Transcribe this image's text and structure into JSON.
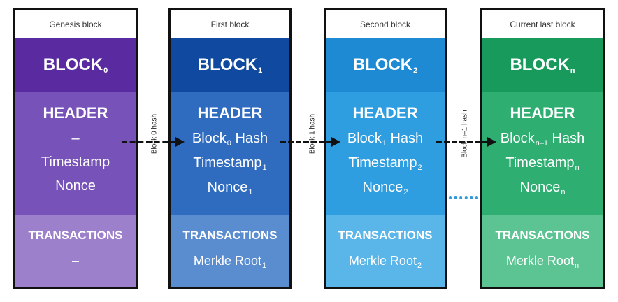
{
  "blocks": [
    {
      "title": "Genesis block",
      "id_base": "BLOCK",
      "id_sub": "0",
      "header_label": "HEADER",
      "prev_hash": "–",
      "timestamp": "Timestamp",
      "nonce": "Nonce",
      "tx_label": "TRANSACTIONS",
      "merkle": "–",
      "colors": {
        "id": "#5a2aa0",
        "header": "#7752b8",
        "tx": "#9d80cc"
      }
    },
    {
      "title": "First block",
      "id_base": "BLOCK",
      "id_sub": "1",
      "header_label": "HEADER",
      "prev_hash": "Block",
      "prev_hash_sub": "0",
      "prev_hash_tail": " Hash",
      "timestamp": "Timestamp",
      "timestamp_sub": "1",
      "nonce": "Nonce",
      "nonce_sub": "1",
      "tx_label": "TRANSACTIONS",
      "merkle": "Merkle Root",
      "merkle_sub": "1",
      "colors": {
        "id": "#0f4aa0",
        "header": "#2f6cc0",
        "tx": "#5a8dd0"
      }
    },
    {
      "title": "Second block",
      "id_base": "BLOCK",
      "id_sub": "2",
      "header_label": "HEADER",
      "prev_hash": "Block",
      "prev_hash_sub": "1",
      "prev_hash_tail": " Hash",
      "timestamp": "Timestamp",
      "timestamp_sub": "2",
      "nonce": "Nonce",
      "nonce_sub": "2",
      "tx_label": "TRANSACTIONS",
      "merkle": "Merkle Root",
      "merkle_sub": "2",
      "colors": {
        "id": "#1e8ad4",
        "header": "#2f9ee0",
        "tx": "#5ab5e8"
      }
    },
    {
      "title": "Current last block",
      "id_base": "BLOCK",
      "id_sub": "n",
      "header_label": "HEADER",
      "prev_hash": "Block",
      "prev_hash_sub": "n–1",
      "prev_hash_tail": " Hash",
      "timestamp": "Timestamp",
      "timestamp_sub": "n",
      "nonce": "Nonce",
      "nonce_sub": "n",
      "tx_label": "TRANSACTIONS",
      "merkle": "Merkle Root",
      "merkle_sub": "n",
      "colors": {
        "id": "#179a5c",
        "header": "#2fae72",
        "tx": "#5cc493"
      }
    }
  ],
  "arrows": [
    {
      "label": "Block 0 hash"
    },
    {
      "label": "Block 1 hash"
    },
    {
      "label": "Block n–1 hash"
    }
  ],
  "accent_dots": "#2f9ad8"
}
